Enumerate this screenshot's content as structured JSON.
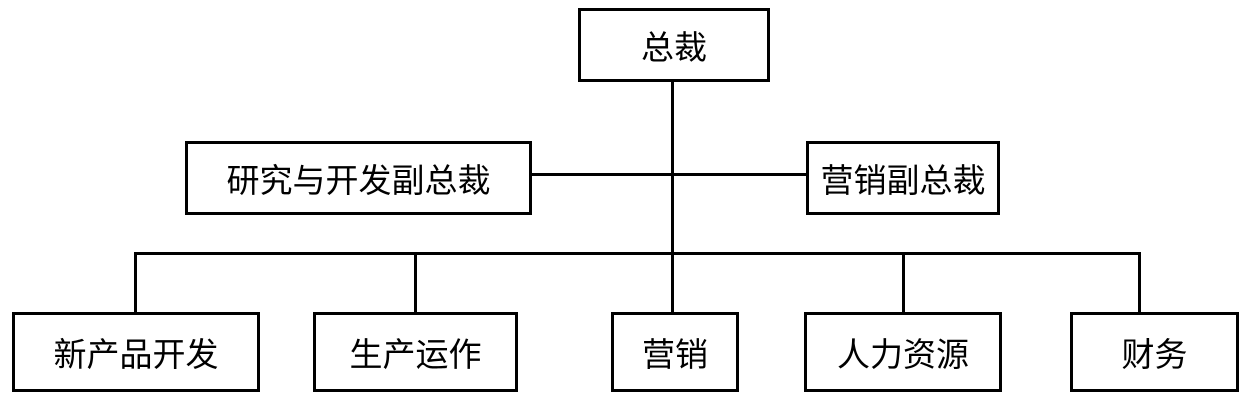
{
  "org_chart": {
    "ceo": "总裁",
    "vp_rd": "研究与开发副总裁",
    "vp_marketing": "营销副总裁",
    "departments": [
      "新产品开发",
      "生产运作",
      "营销",
      "人力资源",
      "财务"
    ]
  },
  "colors": {
    "line": "#000000",
    "box_border": "#000000",
    "background": "#ffffff"
  }
}
